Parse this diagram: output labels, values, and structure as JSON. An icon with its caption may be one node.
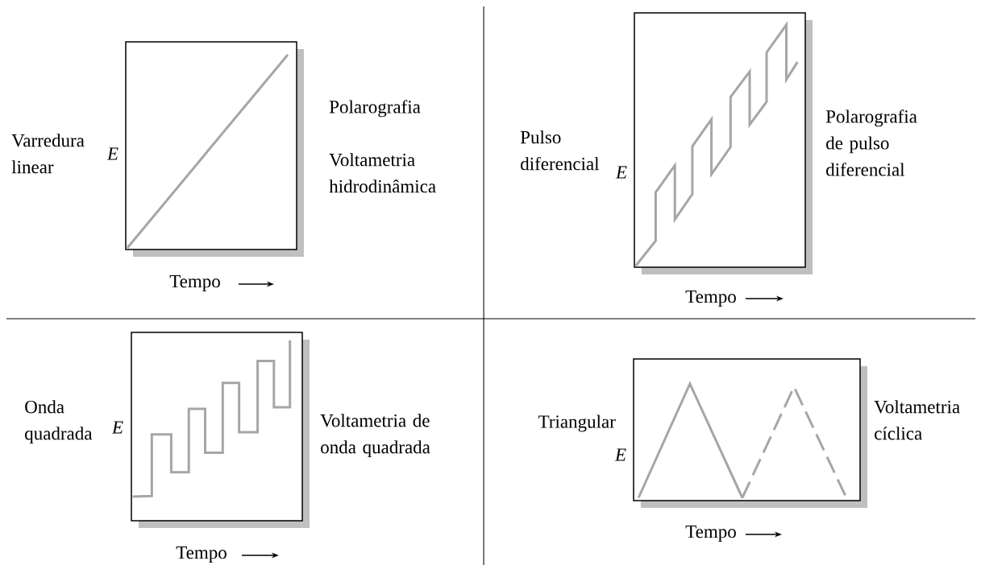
{
  "diagram": {
    "labels": [
      "Varredura linear",
      "E",
      "Polarografia",
      "Voltametria hidrodinâmica",
      "Tempo",
      "Pulso diferencial",
      "E",
      "Polarografia de pulso diferencial",
      "Tempo",
      "Onda quadrada",
      "E",
      "Voltametria de onda quadrada",
      "Tempo",
      "Triangular",
      "E",
      "Voltametria cíclica",
      "Tempo"
    ]
  }
}
